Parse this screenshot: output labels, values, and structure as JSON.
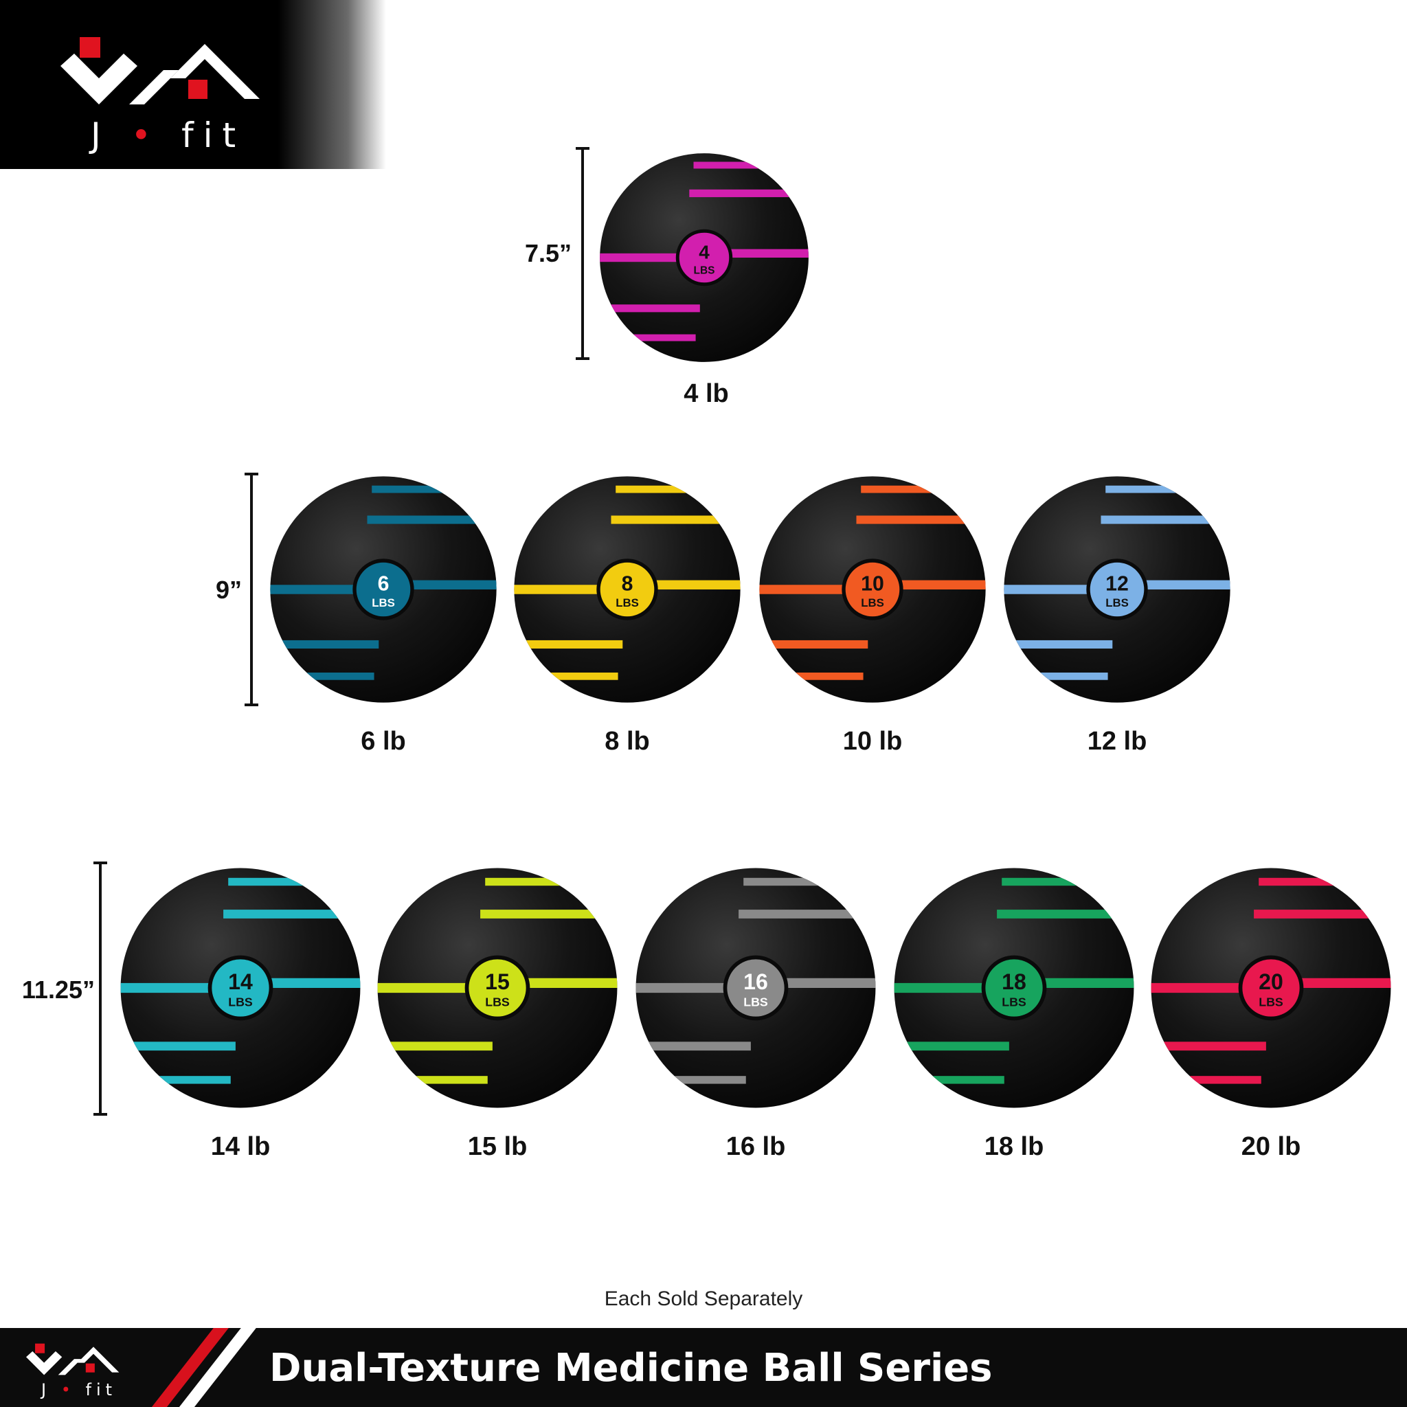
{
  "brand": {
    "name_left": "J",
    "name_right": "fit",
    "dot": "•",
    "colors": {
      "red": "#e0131f",
      "black": "#000000",
      "white": "#ffffff"
    }
  },
  "rows": [
    {
      "dimension": "7.5”"
    },
    {
      "dimension": "9”"
    },
    {
      "dimension": "11.25”"
    }
  ],
  "balls": [
    {
      "weight": "4",
      "unit": "LBS",
      "label": "4 lb",
      "color": "#d21fae"
    },
    {
      "weight": "6",
      "unit": "LBS",
      "label": "6 lb",
      "color": "#0c6e8e"
    },
    {
      "weight": "8",
      "unit": "LBS",
      "label": "8 lb",
      "color": "#f2cc10"
    },
    {
      "weight": "10",
      "unit": "LBS",
      "label": "10 lb",
      "color": "#f15a22"
    },
    {
      "weight": "12",
      "unit": "LBS",
      "label": "12 lb",
      "color": "#7cb1e6"
    },
    {
      "weight": "14",
      "unit": "LBS",
      "label": "14 lb",
      "color": "#23b8c4"
    },
    {
      "weight": "15",
      "unit": "LBS",
      "label": "15 lb",
      "color": "#cde119"
    },
    {
      "weight": "16",
      "unit": "LBS",
      "label": "16 lb",
      "color": "#8a8a8a"
    },
    {
      "weight": "18",
      "unit": "LBS",
      "label": "18 lb",
      "color": "#17a45e"
    },
    {
      "weight": "20",
      "unit": "LBS",
      "label": "20 lb",
      "color": "#e8184e"
    }
  ],
  "note": "Each Sold Separately",
  "footer": {
    "title": "Dual-Texture Medicine Ball Series"
  }
}
